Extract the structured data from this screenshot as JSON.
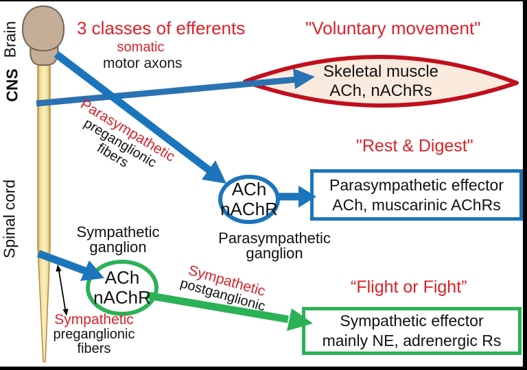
{
  "colors": {
    "red_text": "#dd2128",
    "dark_red_outline": "#c00f1e",
    "blue": "#1b75bc",
    "green": "#2bb256",
    "brain_fill": "#c4ae97",
    "spinal_cord_fill": "#f6eeb6",
    "spinal_cord_edge": "#c99549",
    "muscle_fill": "#faebde"
  },
  "side_labels": {
    "brain": "Brain",
    "cns": "CNS",
    "spinal_cord": "Spinal cord"
  },
  "headings": {
    "classes": "3 classes of efferents",
    "somatic": "somatic",
    "motor_axons": "motor axons",
    "voluntary": "\"Voluntary movement\"",
    "rest_digest": "\"Rest & Digest\"",
    "flight_fight": "“Flight or Fight”"
  },
  "pathway_labels": {
    "parasym_pre": {
      "line1": "Parasympathetic",
      "line2": "preganglionic",
      "line3": "fibers"
    },
    "sym_pre": {
      "line1": "Sympathetic",
      "line2": "preganglionic",
      "line3": "fibers"
    },
    "sym_post": {
      "line1": "Sympathetic",
      "line2": "postganglionic"
    }
  },
  "nodes": {
    "skeletal_muscle": {
      "line1": "Skeletal muscle",
      "line2": "ACh, nAChRs"
    },
    "parasym_ganglion": {
      "line1": "ACh",
      "line2": "nAChR",
      "caption_line1": "Parasympathetic",
      "caption_line2": "ganglion"
    },
    "sym_ganglion": {
      "line1": "ACh",
      "line2": "nAChR",
      "caption_line1": "Sympathetic",
      "caption_line2": "ganglion"
    },
    "parasym_effector": {
      "line1": "Parasympathetic effector",
      "line2": "ACh, muscarinic AChRs"
    },
    "sym_effector": {
      "line1": "Sympathetic effector",
      "line2": "mainly NE, adrenergic Rs"
    }
  }
}
